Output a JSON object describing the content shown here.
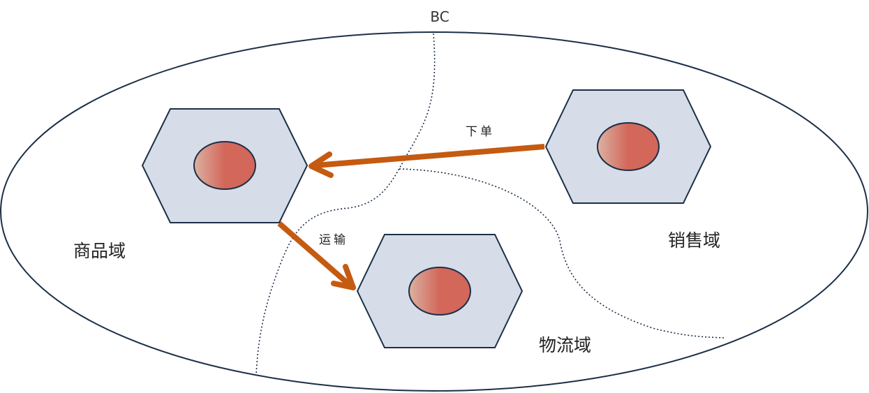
{
  "labels": {
    "bc": "BC",
    "goods_domain": "商品域",
    "sales_domain": "销售域",
    "logistics_domain": "物流域",
    "order_relation": "下单",
    "transport_relation": "运输"
  },
  "colors": {
    "outline": "#1c2f47",
    "hexagon_fill": "#d6dde8",
    "arrow": "#c55a11",
    "core_gradient_start": "#dcb1a2",
    "core_gradient_end": "#d2675a"
  }
}
